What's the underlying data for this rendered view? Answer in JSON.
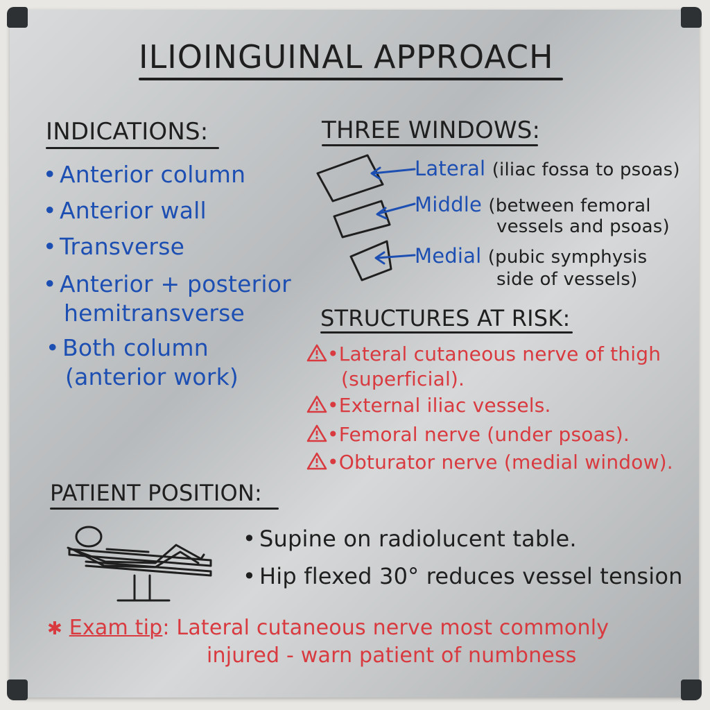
{
  "title": "ILIOINGUINAL APPROACH",
  "indications": {
    "heading": "INDICATIONS:",
    "items": [
      "Anterior column",
      "Anterior wall",
      "Transverse",
      "Anterior + posterior",
      "hemitransverse",
      "Both column",
      "(anterior work)"
    ]
  },
  "windows": {
    "heading": "THREE WINDOWS:",
    "items": [
      {
        "label": "Lateral",
        "note": "(iliac fossa to psoas)"
      },
      {
        "label": "Middle",
        "note": "(between femoral",
        "note2": "vessels and psoas)"
      },
      {
        "label": "Medial",
        "note": "(pubic symphysis",
        "note2": "side of vessels)"
      }
    ]
  },
  "structures": {
    "heading": "STRUCTURES AT RISK:",
    "items": [
      "Lateral cutaneous nerve of thigh",
      "(superficial).",
      "External iliac vessels.",
      "Femoral nerve (under psoas).",
      "Obturator nerve (medial window)."
    ]
  },
  "position": {
    "heading": "PATIENT POSITION:",
    "items": [
      "Supine on radiolucent table.",
      "Hip flexed 30° reduces vessel tension"
    ]
  },
  "exam_tip": {
    "star": "✱",
    "label": "Exam tip",
    "colon": ":",
    "line1": "Lateral cutaneous nerve most commonly",
    "line2": "injured - warn patient of numbness"
  },
  "colors": {
    "black": "#1f1f1f",
    "blue": "#1d4fb3",
    "red": "#d83a3f"
  },
  "icons": [
    "warning-triangle-icon",
    "patient-on-table-sketch",
    "window-box-sketch",
    "arrow-left-icon",
    "star-icon"
  ]
}
